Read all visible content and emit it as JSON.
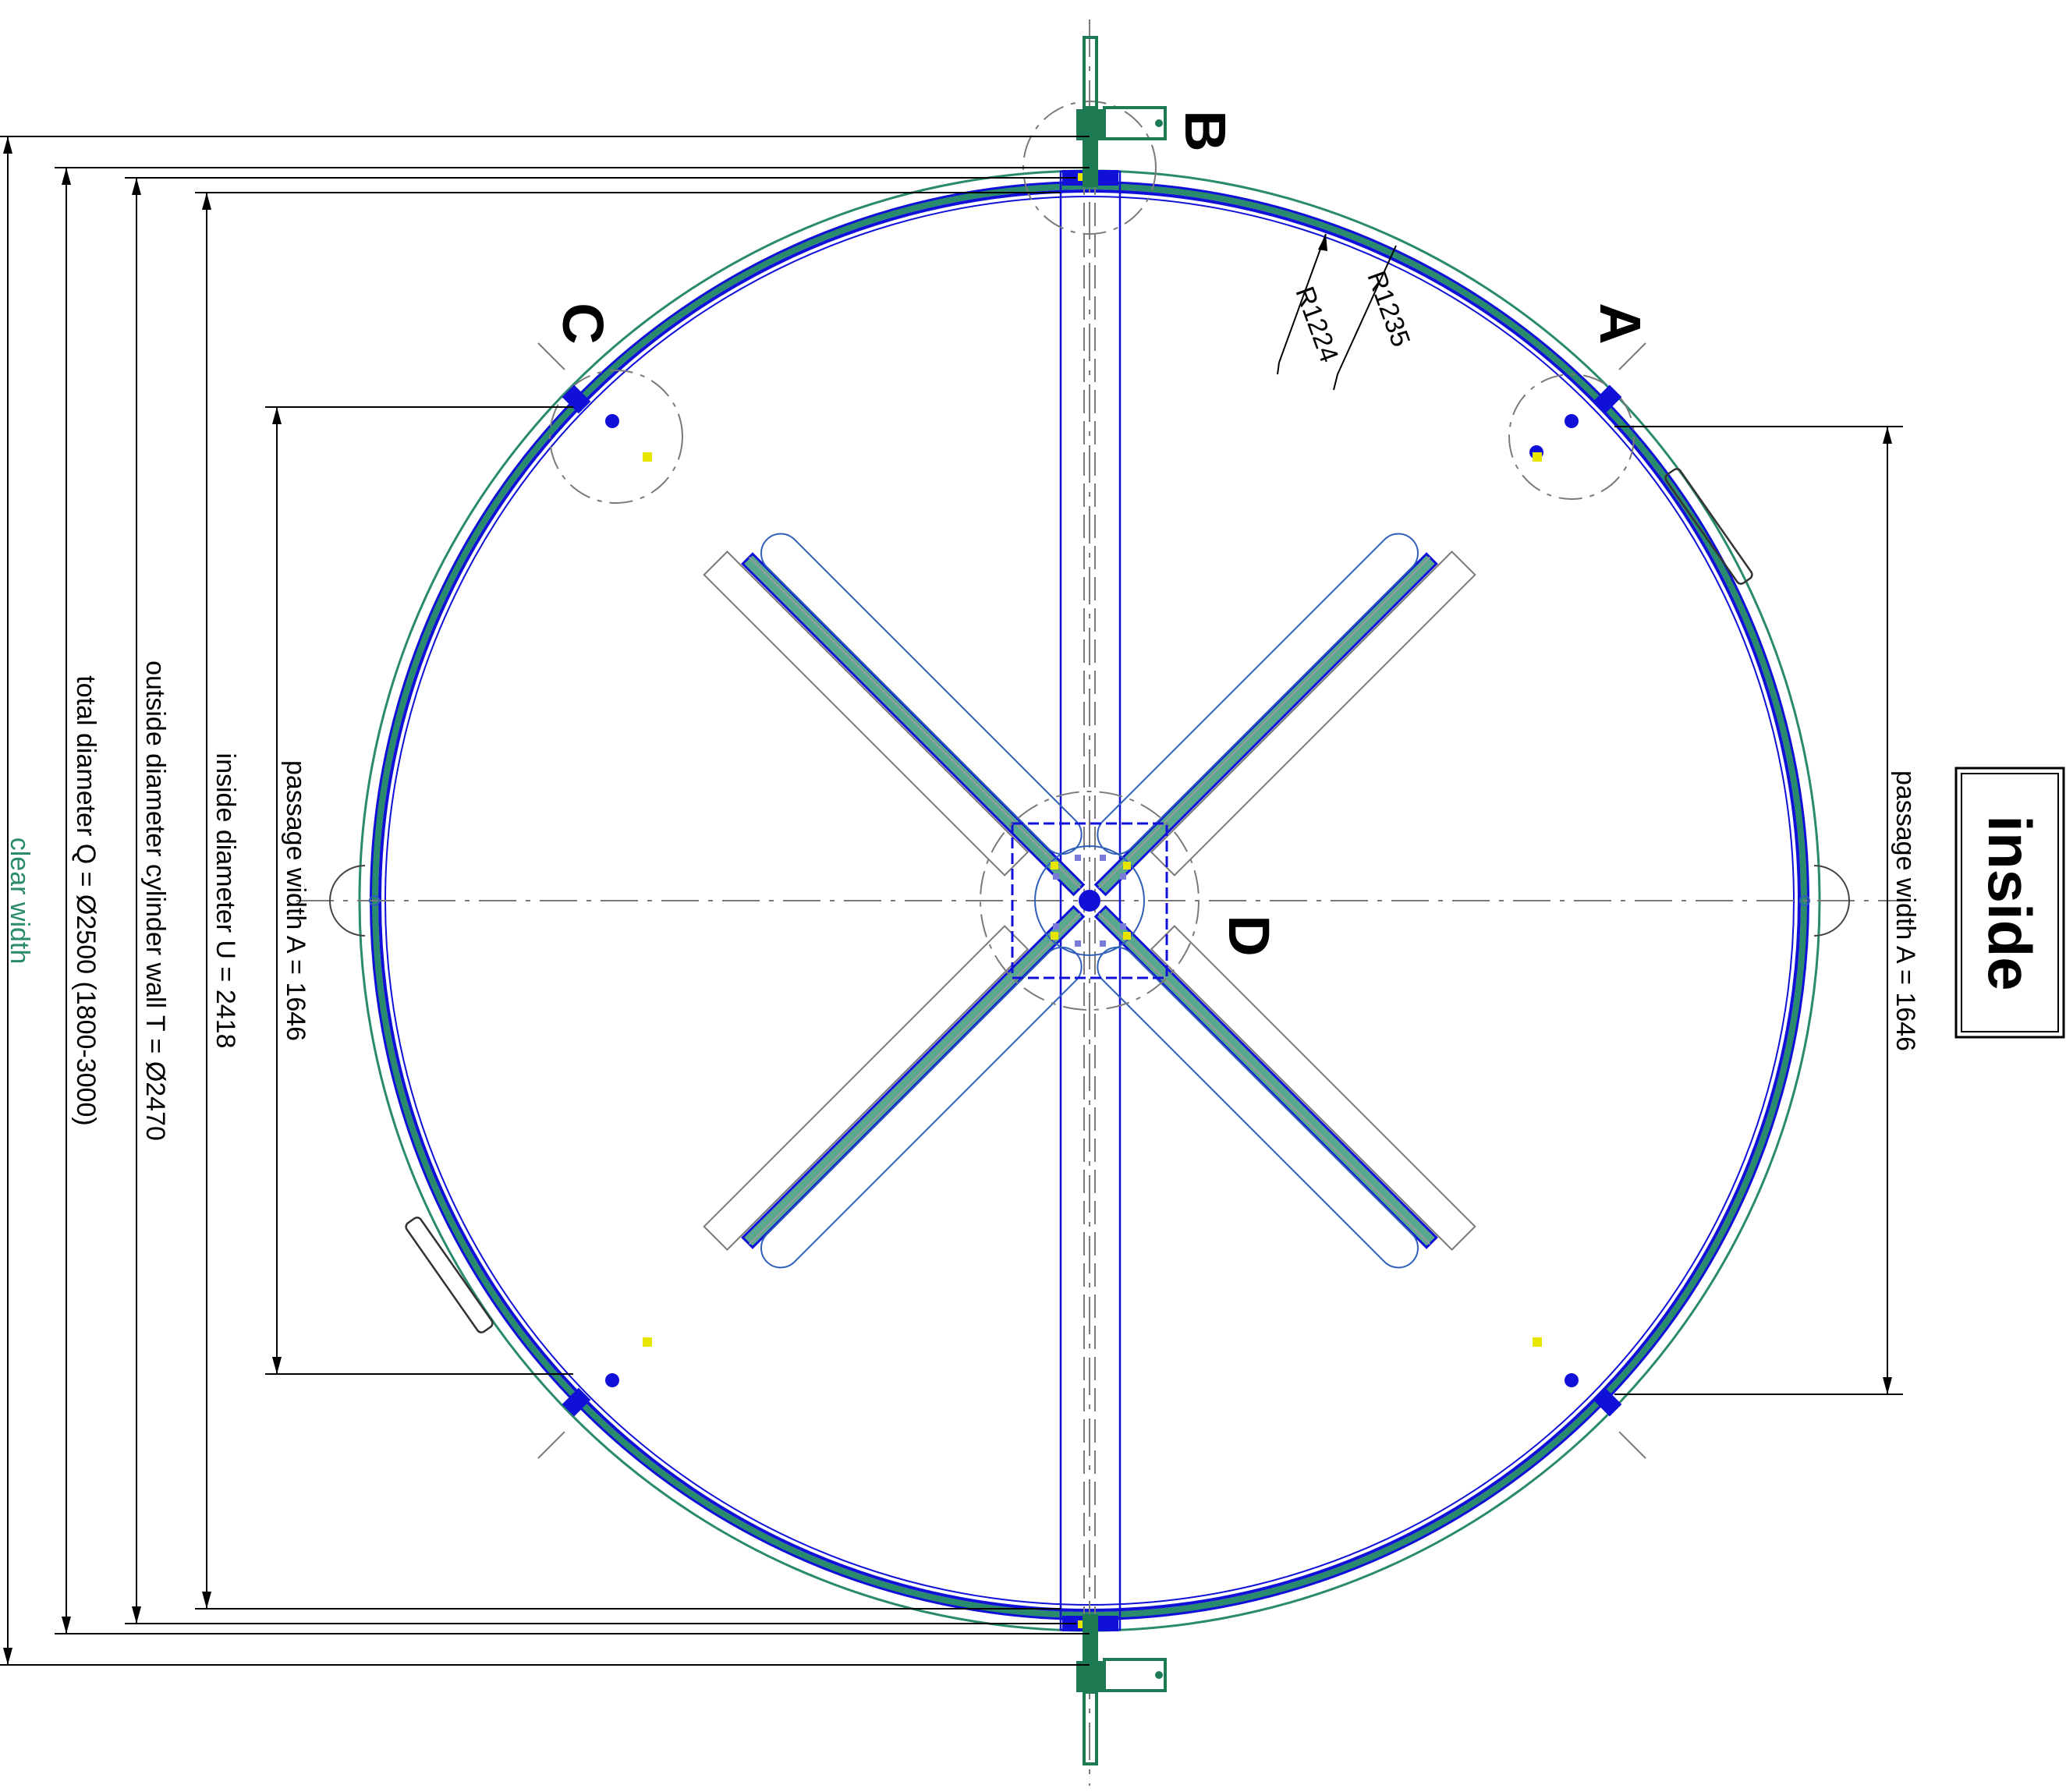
{
  "labels": {
    "a": "A",
    "b": "B",
    "c": "C",
    "d": "D",
    "inside": "inside"
  },
  "dimensions": {
    "clear_width": "clear width",
    "total_diameter": "total diameter Q = Ø2500 (1800-3000)",
    "outside_diameter": "outside diameter cylinder wall T = Ø2470",
    "inside_diameter": "inside diameter U = 2418",
    "passage_width_left": "passage width A = 1646",
    "passage_width_right": "passage width A = 1646"
  },
  "radii": {
    "r_inner": "R1224",
    "r_outer": "R1235"
  },
  "colors": {
    "wall_blue": "#1010d8",
    "thin_blue": "#2f5fb8",
    "teal": "#2a8a6e",
    "grey": "#7a7a7a",
    "dark_green": "#1e7a52",
    "accent_yellow": "#e6e600"
  }
}
